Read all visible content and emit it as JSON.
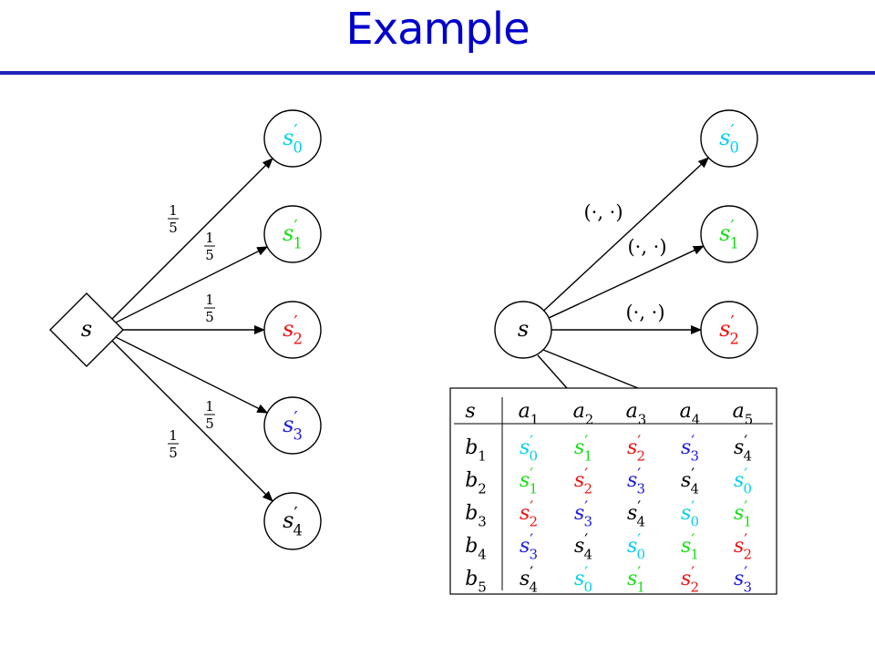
{
  "title": "Example",
  "colors": {
    "title": "#0000cc",
    "rule": "#2222bb",
    "s0": "#00d0ea",
    "s1": "#16dd16",
    "s2": "#ee1111",
    "s3": "#1a1adf",
    "s4": "#000000"
  },
  "left": {
    "source_label": "s",
    "edge_prob": {
      "num": "1",
      "den": "5"
    },
    "targets": [
      {
        "base": "s",
        "prime": "′",
        "sub": "0",
        "color": "s0"
      },
      {
        "base": "s",
        "prime": "′",
        "sub": "1",
        "color": "s1"
      },
      {
        "base": "s",
        "prime": "′",
        "sub": "2",
        "color": "s2"
      },
      {
        "base": "s",
        "prime": "′",
        "sub": "3",
        "color": "s3"
      },
      {
        "base": "s",
        "prime": "′",
        "sub": "4",
        "color": "s4"
      }
    ]
  },
  "right": {
    "source_label": "s",
    "edge_label": "(·, ·)",
    "targets": [
      {
        "base": "s",
        "prime": "′",
        "sub": "0",
        "color": "s0"
      },
      {
        "base": "s",
        "prime": "′",
        "sub": "1",
        "color": "s1"
      },
      {
        "base": "s",
        "prime": "′",
        "sub": "2",
        "color": "s2"
      }
    ]
  },
  "table": {
    "corner": "s",
    "col_headers": [
      {
        "base": "a",
        "sub": "1"
      },
      {
        "base": "a",
        "sub": "2"
      },
      {
        "base": "a",
        "sub": "3"
      },
      {
        "base": "a",
        "sub": "4"
      },
      {
        "base": "a",
        "sub": "5"
      }
    ],
    "row_headers": [
      {
        "base": "b",
        "sub": "1"
      },
      {
        "base": "b",
        "sub": "2"
      },
      {
        "base": "b",
        "sub": "3"
      },
      {
        "base": "b",
        "sub": "4"
      },
      {
        "base": "b",
        "sub": "5"
      }
    ],
    "cells": [
      [
        "0",
        "1",
        "2",
        "3",
        "4"
      ],
      [
        "1",
        "2",
        "3",
        "4",
        "0"
      ],
      [
        "2",
        "3",
        "4",
        "0",
        "1"
      ],
      [
        "3",
        "4",
        "0",
        "1",
        "2"
      ],
      [
        "4",
        "0",
        "1",
        "2",
        "3"
      ]
    ]
  }
}
